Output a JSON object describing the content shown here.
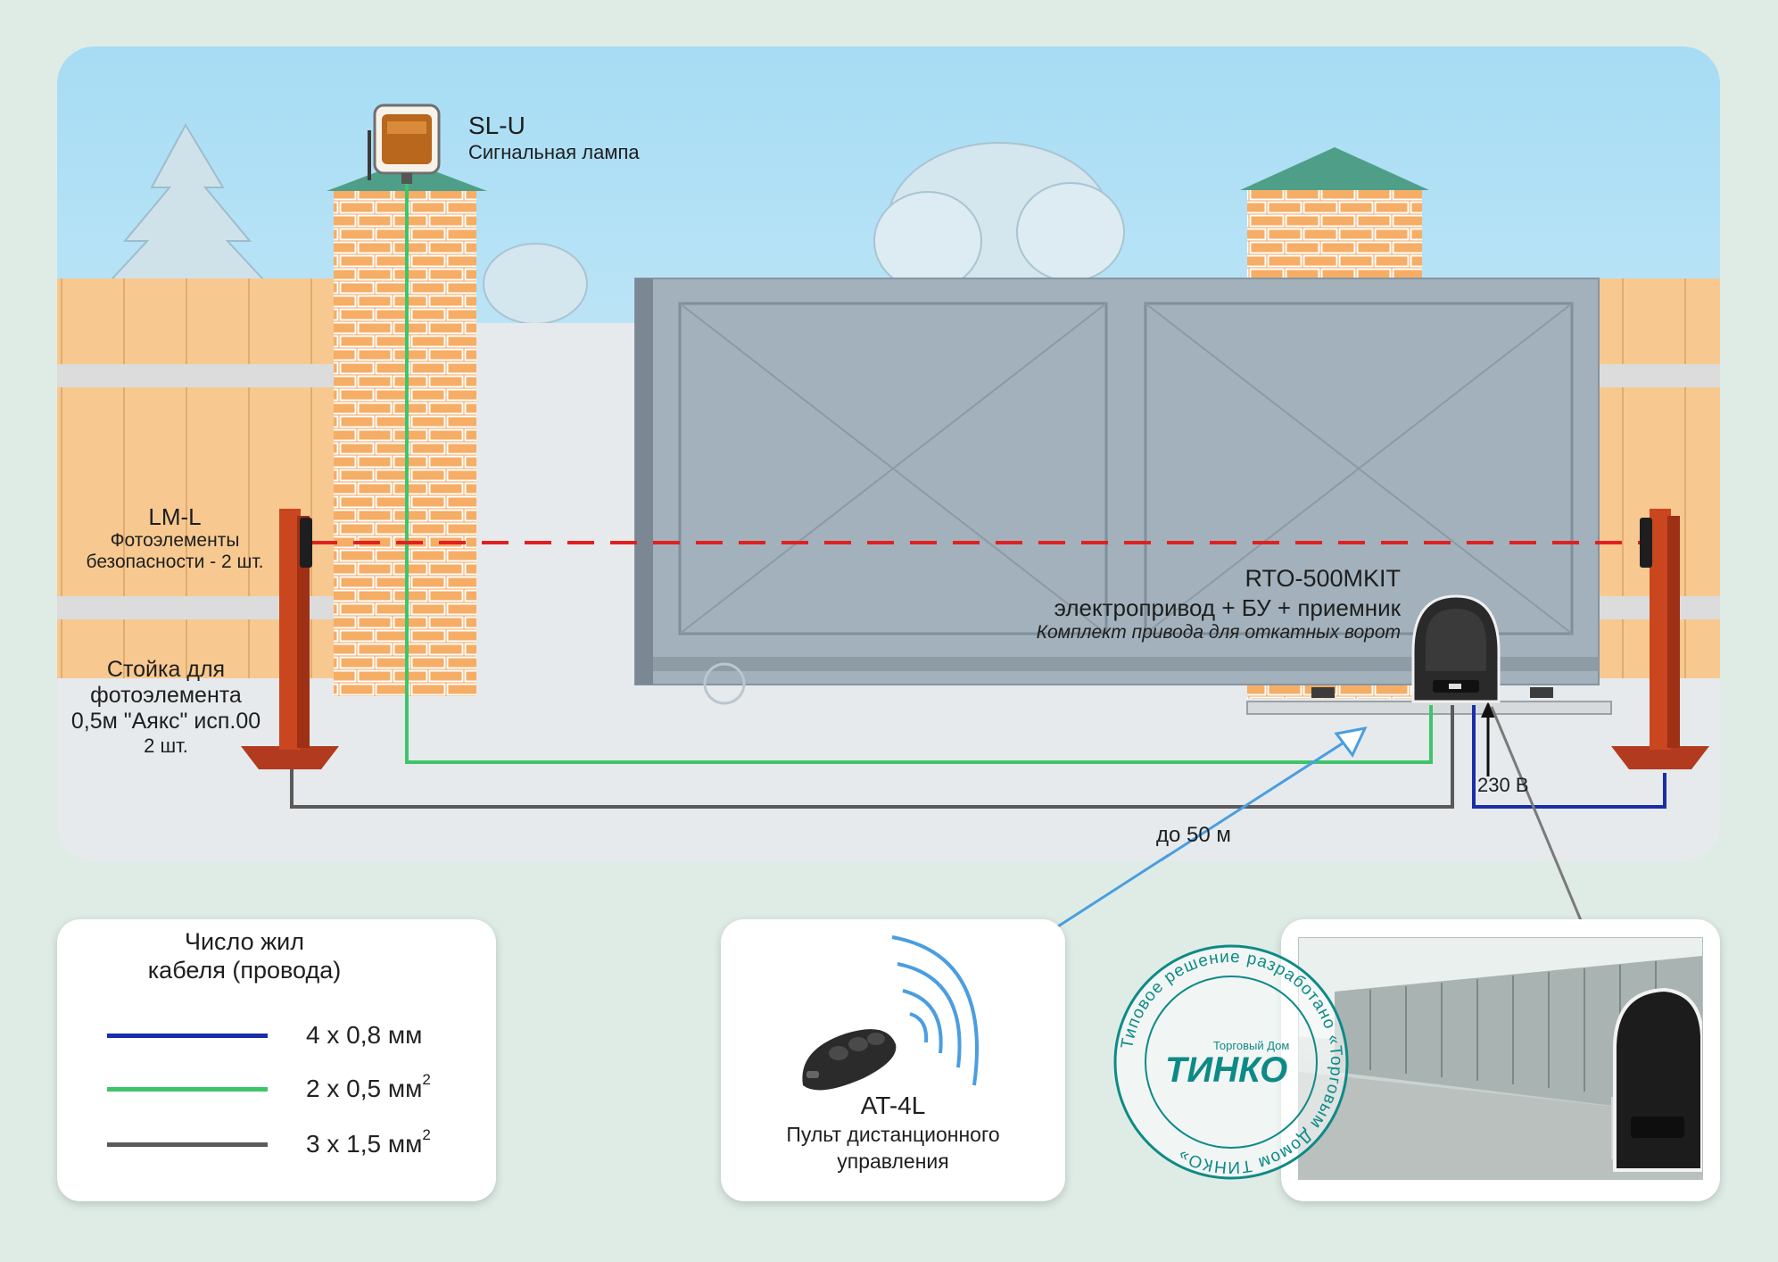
{
  "scene": {
    "signal_lamp": {
      "model": "SL-U",
      "description": "Сигнальная лампа"
    },
    "photocells": {
      "model": "LM-L",
      "description_line1": "Фотоэлементы",
      "description_line2": "безопасности - 2 шт."
    },
    "photocell_stand": {
      "line1": "Стойка для",
      "line2": "фотоэлемента",
      "line3": "0,5м \"Аякс\" исп.00",
      "line4": "2 шт."
    },
    "drive": {
      "model": "RTO-500MKIT",
      "description": "электропривод + БУ + приемник",
      "subtitle": "Комплект привода для откатных ворот"
    },
    "power_label": "230 В",
    "range_label": "до 50 м"
  },
  "legend": {
    "title_line1": "Число жил",
    "title_line2": "кабеля (провода)",
    "items": [
      {
        "label": "4 х 0,8 мм",
        "sup": "",
        "color": "#1a2ea8"
      },
      {
        "label": "2 х 0,5 мм",
        "sup": "2",
        "color": "#3ec46a"
      },
      {
        "label": "3 х 1,5 мм",
        "sup": "2",
        "color": "#5a5a5a"
      }
    ]
  },
  "remote": {
    "model": "AT-4L",
    "description_line1": "Пульт дистанционного",
    "description_line2": "управления"
  },
  "stamp": {
    "ring_text": "Типовое решение разработано «Торговым Домом ТИНКО»",
    "logo_small": "Торговый Дом",
    "logo_big": "ТИНКО"
  },
  "colors": {
    "cable_blue": "#1a2ea8",
    "cable_green": "#3ec46a",
    "cable_gray": "#5a5a5a",
    "beam_red": "#e02020",
    "radio_blue": "#4a9ee0",
    "stamp_teal": "#0e8a86"
  }
}
